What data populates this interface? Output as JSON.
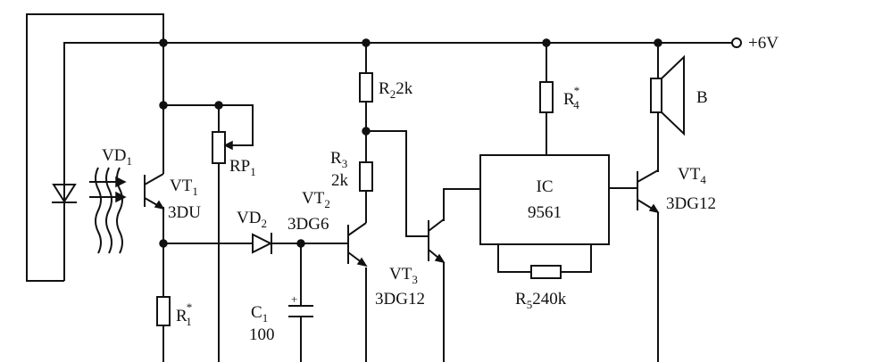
{
  "supply": {
    "label": "+6V"
  },
  "components": {
    "VD1": {
      "base": "VD",
      "sub": "1"
    },
    "VT1": {
      "base": "VT",
      "sub": "1",
      "part": "3DU"
    },
    "RP1": {
      "base": "RP",
      "sub": "1"
    },
    "VD2": {
      "base": "VD",
      "sub": "2"
    },
    "R1": {
      "base": "R",
      "sub": "1",
      "sup": "*"
    },
    "C1": {
      "base": "C",
      "sub": "1",
      "value": "100"
    },
    "R2": {
      "base": "R",
      "sub": "2",
      "value": "2k"
    },
    "R3": {
      "base": "R",
      "sub": "3",
      "value": "2k"
    },
    "VT2": {
      "base": "VT",
      "sub": "2",
      "part": "3DG6"
    },
    "VT3": {
      "base": "VT",
      "sub": "3",
      "part": "3DG12"
    },
    "R4": {
      "base": "R",
      "sub": "4",
      "sup": "*"
    },
    "IC": {
      "name": "IC",
      "part": "9561"
    },
    "R5": {
      "base": "R",
      "sub": "5",
      "value": "240k"
    },
    "B": {
      "label": "B"
    },
    "VT4": {
      "base": "VT",
      "sub": "4",
      "part": "3DG12"
    }
  }
}
